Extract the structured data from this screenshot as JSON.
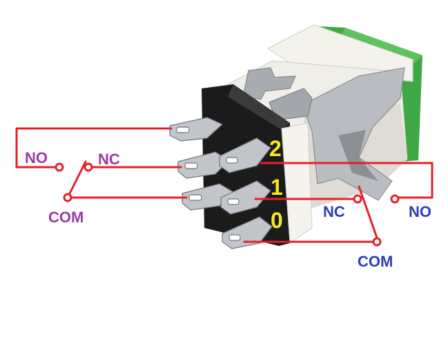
{
  "colors": {
    "wire": "#e5202a",
    "left_label": "#9b3aa8",
    "right_label": "#2e3db8",
    "position_number": "#f7e81c",
    "housing": "#f1f0ea",
    "housing_shadow": "#d6d4cc",
    "base": "#1b1b1b",
    "metal": "#b9bcc0",
    "metal_dark": "#7d8186",
    "cap": "#3fa846"
  },
  "left_contacts": {
    "no_label": "NO",
    "nc_label": "NC",
    "com_label": "COM"
  },
  "right_contacts": {
    "nc_label": "NC",
    "no_label": "NO",
    "com_label": "COM"
  },
  "positions": [
    "2",
    "1",
    "0"
  ]
}
